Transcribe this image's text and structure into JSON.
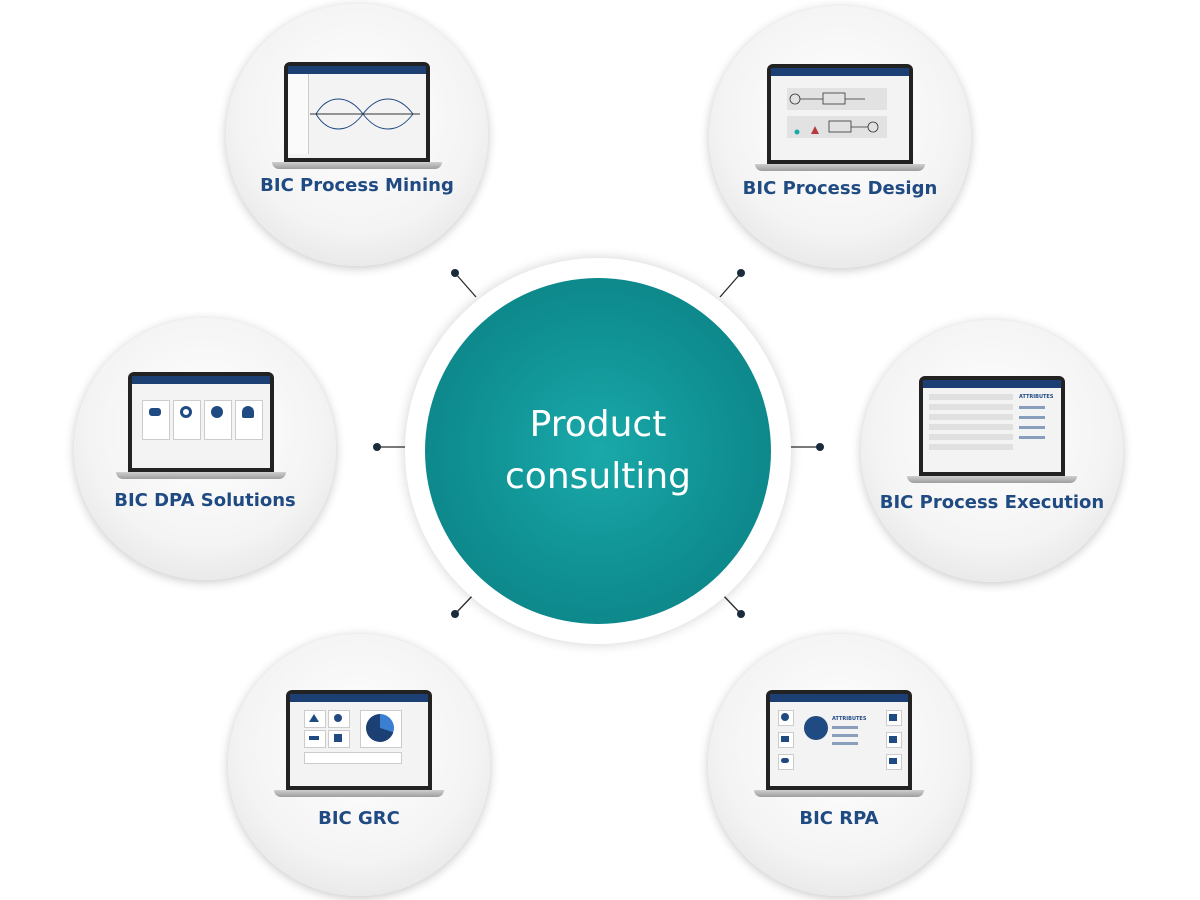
{
  "center": {
    "label": "Product consulting",
    "color": "#0f8f92"
  },
  "nodes": [
    {
      "label": "BIC Process Mining",
      "icon": "process-mining-screen-icon"
    },
    {
      "label": "BIC Process Design",
      "icon": "process-design-screen-icon"
    },
    {
      "label": "BIC DPA Solutions",
      "icon": "dpa-solutions-screen-icon"
    },
    {
      "label": "BIC Process Execution",
      "icon": "process-execution-screen-icon",
      "screen_heading": "ATTRIBUTES"
    },
    {
      "label": "BIC GRC",
      "icon": "grc-screen-icon"
    },
    {
      "label": "BIC RPA",
      "icon": "rpa-screen-icon",
      "screen_heading": "ATTRIBUTES"
    }
  ],
  "colors": {
    "label": "#1f4a82",
    "accent": "#1c3f74",
    "connector": "#1a2b3c"
  }
}
